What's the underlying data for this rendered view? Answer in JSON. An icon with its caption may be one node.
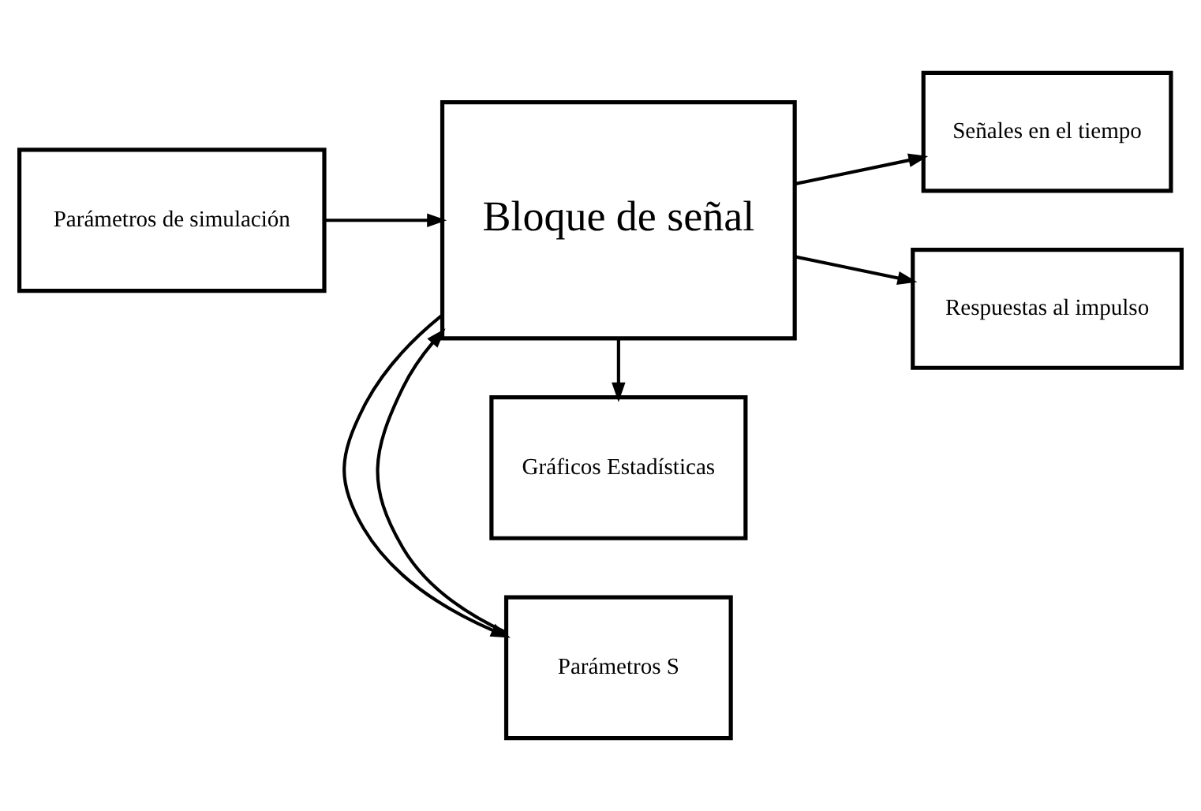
{
  "diagram": {
    "nodes": [
      {
        "text": [
          "Parámetros S"
        ]
      },
      {
        "text": [
          "Parámetros de simulación"
        ]
      },
      {
        "text": [
          "Bloque de señal"
        ]
      },
      {
        "text": [
          "Señales en el tiempo"
        ]
      },
      {
        "text": [
          "Respuestas al impulso"
        ]
      },
      {
        "text": [
          "Gráficos Estadísticas"
        ]
      }
    ],
    "edges": [
      {
        "from": 0,
        "to": 2,
        "arrow": "to"
      },
      {
        "from": 2,
        "to": 0,
        "arrow": "to"
      },
      {
        "from": 1,
        "to": 2,
        "arrow": "to"
      },
      {
        "from": 2,
        "to": 3,
        "arrow": "to"
      },
      {
        "from": 2,
        "to": 4,
        "arrow": "to"
      },
      {
        "from": 2,
        "to": 5,
        "arrow": "to"
      }
    ]
  }
}
